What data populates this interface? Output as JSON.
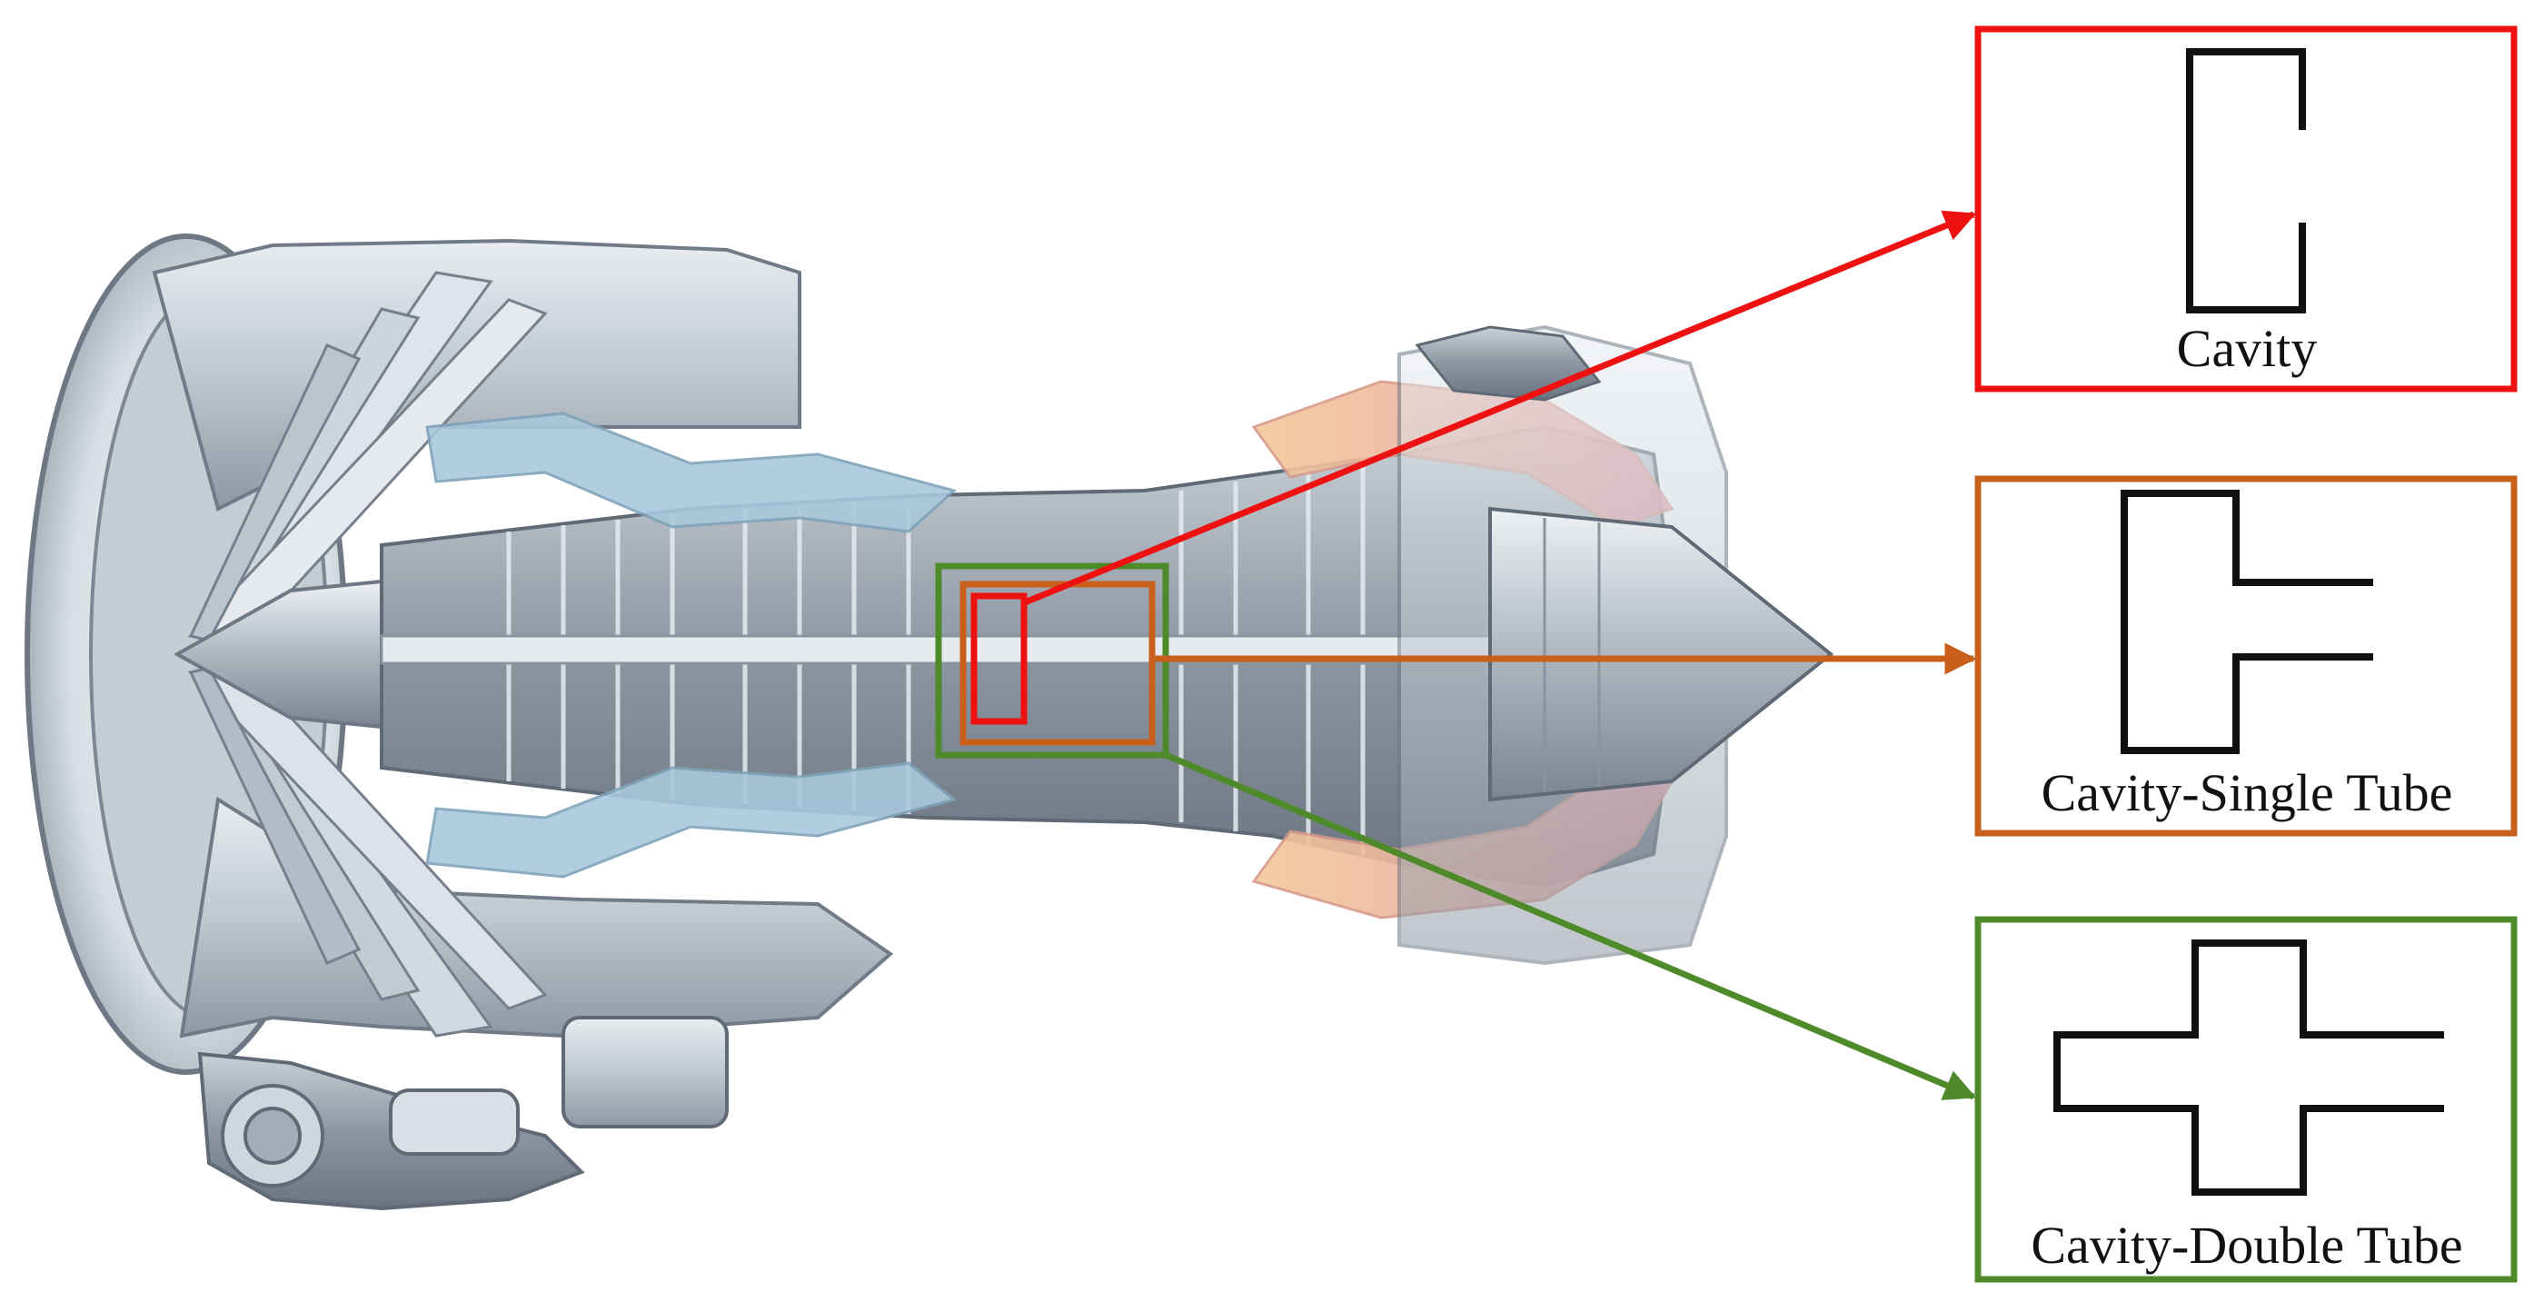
{
  "panels": {
    "cavity": {
      "label": "Cavity",
      "color": "#ee1111"
    },
    "single_tube": {
      "label": "Cavity-Single Tube",
      "color": "#c8601c"
    },
    "double_tube": {
      "label": "Cavity-Double Tube",
      "color": "#4f8a2a"
    }
  },
  "engine": {
    "illustration": "turbofan-engine-cutaway",
    "bypass_color": "#a9c8dc",
    "hot_gas_colors": [
      "#f2c89a",
      "#e89aa8"
    ]
  }
}
